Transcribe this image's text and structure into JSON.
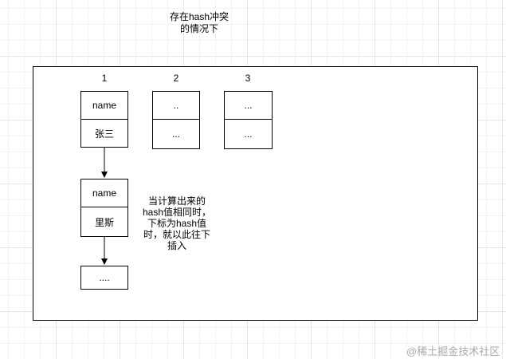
{
  "diagram": {
    "title_line1": "存在hash冲突",
    "title_line2": "的情况下",
    "indices": [
      "1",
      "2",
      "3"
    ],
    "bucket1": {
      "top": "name",
      "bottom": "张三"
    },
    "bucket2": {
      "top": "..",
      "bottom": "..."
    },
    "bucket3": {
      "top": "...",
      "bottom": "..."
    },
    "chain_node": {
      "top": "name",
      "bottom": "里斯"
    },
    "chain_tail": "....",
    "note_lines": [
      "当计算出来的",
      "hash值相同时，",
      "下标为hash值",
      "时，就以此往下",
      "插入"
    ]
  },
  "watermark": "@稀土掘金技术社区"
}
